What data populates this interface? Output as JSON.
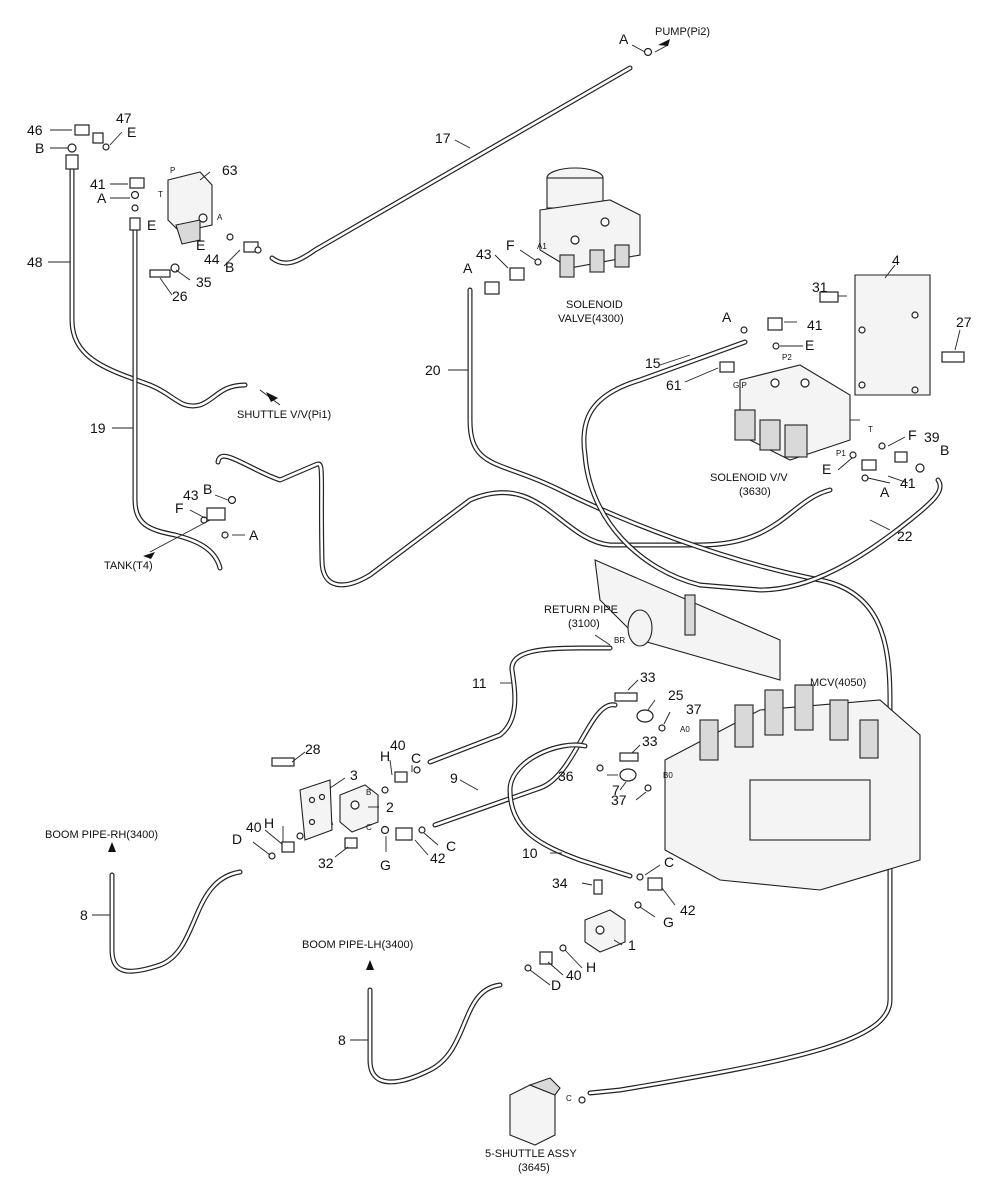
{
  "callouts": {
    "pump": "PUMP(Pi2)",
    "shuttle_pi1": "SHUTTLE V/V(Pi1)",
    "tank": "TANK(T4)",
    "solenoid_valve_line1": "SOLENOID",
    "solenoid_valve_line2": "VALVE(4300)",
    "solenoid_vv_line1": "SOLENOID V/V",
    "solenoid_vv_line2": "(3630)",
    "return_pipe_line1": "RETURN PIPE",
    "return_pipe_line2": "(3100)",
    "mcv": "MCV(4050)",
    "boom_rh": "BOOM PIPE-RH(3400)",
    "boom_lh": "BOOM PIPE-LH(3400)",
    "shuttle_assy_line1": "5-SHUTTLE ASSY",
    "shuttle_assy_line2": "(3645)"
  },
  "port_marks": {
    "p": "P",
    "t": "T",
    "a": "A",
    "a1": "A1",
    "p2": "P2",
    "gp": "G.P",
    "t2": "T",
    "p1": "P1",
    "br": "BR",
    "a0": "A0",
    "b0": "B0",
    "blk_a": "A",
    "blk_b": "B",
    "blk_c": "C",
    "shuttle_c": "C"
  },
  "part_numbers": {
    "n1": "1",
    "n2": "2",
    "n3": "3",
    "n4": "4",
    "n7": "7",
    "n8a": "8",
    "n8b": "8",
    "n9": "9",
    "n10": "10",
    "n11": "11",
    "n15": "15",
    "n17": "17",
    "n19": "19",
    "n20": "20",
    "n22": "22",
    "n25": "25",
    "n26": "26",
    "n27": "27",
    "n28": "28",
    "n31": "31",
    "n32": "32",
    "n33a": "33",
    "n33b": "33",
    "n34": "34",
    "n35": "35",
    "n36": "36",
    "n37a": "37",
    "n37b": "37",
    "n39": "39",
    "n40a": "40",
    "n40b": "40",
    "n40c": "40",
    "n41a": "41",
    "n41b": "41",
    "n41c": "41",
    "n42a": "42",
    "n42b": "42",
    "n43a": "43",
    "n43b": "43",
    "n44": "44",
    "n46": "46",
    "n47": "47",
    "n48": "48",
    "n61": "61",
    "n63": "63"
  },
  "seal_letters": {
    "a_pump": "A",
    "e_47": "E",
    "b_46": "B",
    "a_41": "A",
    "e_63": "E",
    "e_44": "E",
    "b_44": "B",
    "f_43": "F",
    "a_43": "A",
    "a_41b": "A",
    "e_41b": "E",
    "f_39": "F",
    "b_39": "B",
    "e_p1": "E",
    "a_41c": "A",
    "b_43b": "B",
    "f_43b": "F",
    "a_tank": "A",
    "h_40": "H",
    "c_40": "C",
    "h_40b": "H",
    "d_40b": "D",
    "g_42": "G",
    "c_42": "C",
    "c_10": "C",
    "g_42b": "G",
    "h_40c": "H",
    "d_40c": "D"
  }
}
